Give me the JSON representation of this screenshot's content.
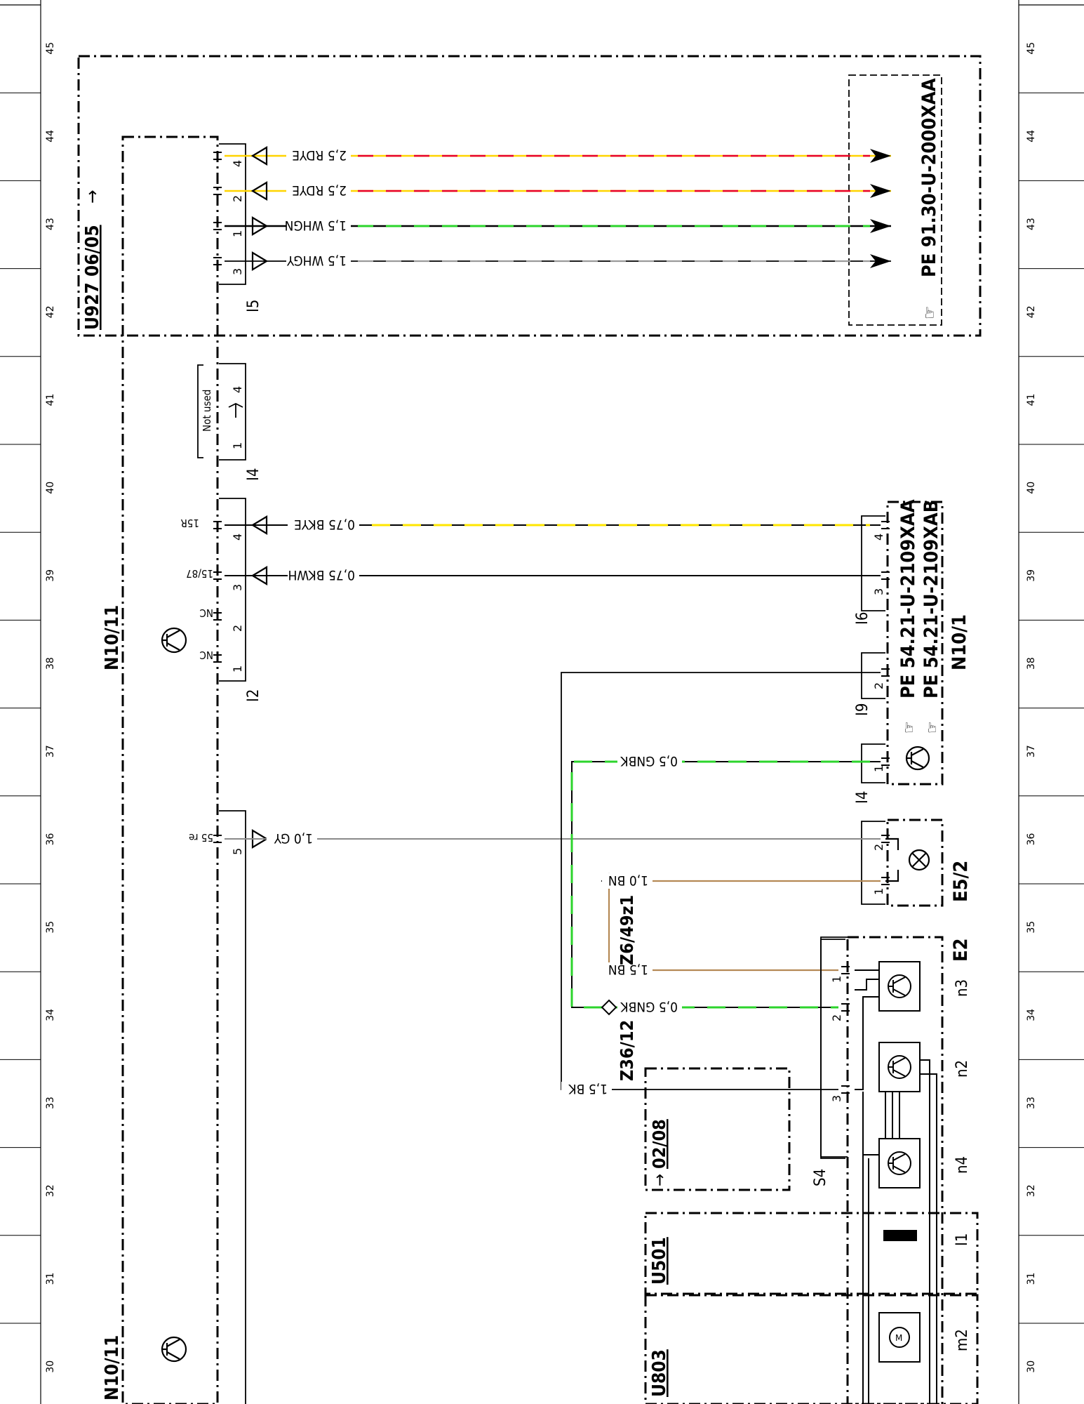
{
  "ruler": {
    "numbers": [
      "45",
      "44",
      "43",
      "42",
      "41",
      "40",
      "39",
      "38",
      "37",
      "36",
      "35",
      "34",
      "33",
      "32",
      "31",
      "30"
    ]
  },
  "blocks": {
    "u927": "U927 06/05",
    "n10_11_top": "N10/11",
    "n10_11_bottom": "N10/11",
    "pe_9130": "PE 91.30-U-2000XAA",
    "pe_5421_aa": "PE 54.21-U-2109XAA",
    "pe_5421_ab": "PE 54.21-U-2109XAB",
    "n10_1": "N10/1",
    "e5_2": "E5/2",
    "e2": "E2",
    "z6_49z1": "Z6/49z1",
    "z36_12": "Z36/12",
    "ref_0208": "02/08",
    "u501": "U501",
    "u803": "U803",
    "not_used": "Not used"
  },
  "connectors": {
    "i5": "I5",
    "i4": "I4",
    "i2": "I2",
    "i6": "I6",
    "i9": "I9",
    "i4b": "I4",
    "s4": "S4",
    "n3": "n3",
    "n2": "n2",
    "n4": "n4",
    "i1": "I1",
    "m2": "m2"
  },
  "pins": {
    "i5": [
      "4",
      "2",
      "1",
      "3"
    ],
    "i4": [
      "1",
      "4"
    ],
    "i2": [
      "4",
      "3",
      "2",
      "1"
    ],
    "i2_5": "5",
    "i6": [
      "4",
      "3"
    ],
    "i9": [
      "2"
    ],
    "i4b": [
      "1"
    ],
    "e5_2": [
      "2",
      "1"
    ],
    "e2": [
      "1",
      "2",
      "3"
    ]
  },
  "signals": {
    "i2_4": "15R",
    "i2_3": "15/87",
    "i2_2": "NC",
    "i2_1": "NC",
    "i2_5": "55 re"
  },
  "wires": [
    {
      "label": "2,5 RDYE"
    },
    {
      "label": "2,5 RDYE"
    },
    {
      "label": "1,5 WHGN"
    },
    {
      "label": "1,5 WHGY"
    },
    {
      "label": "0,75 BKYE"
    },
    {
      "label": "0,75 BKWH"
    },
    {
      "label": "0,5 GNBK"
    },
    {
      "label": "1,0 GY"
    },
    {
      "label": "1,0 BN"
    },
    {
      "label": "1,5 BN"
    },
    {
      "label": "0,5 GNBK"
    },
    {
      "label": "1,5 BK"
    }
  ]
}
